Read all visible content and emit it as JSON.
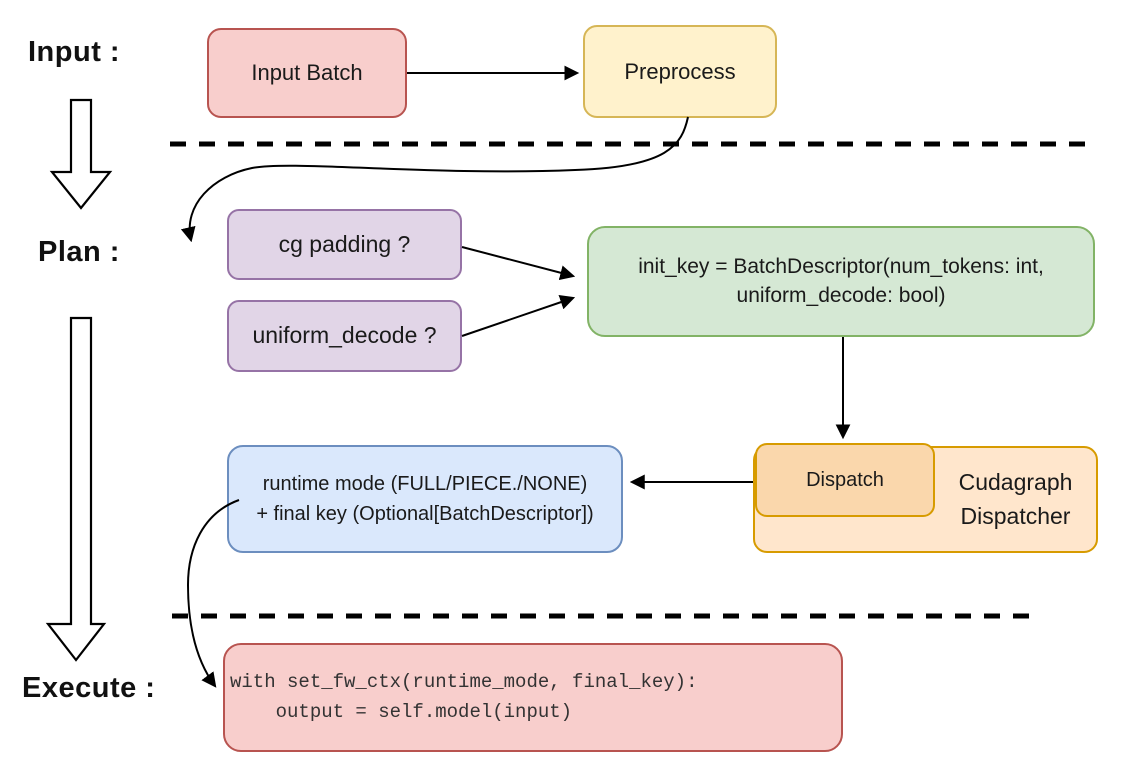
{
  "sections": {
    "input_label": "Input :",
    "plan_label": "Plan :",
    "execute_label": "Execute :"
  },
  "nodes": {
    "input_batch": {
      "label": "Input Batch",
      "fill": "#f8cecc",
      "border": "#b85450"
    },
    "preprocess": {
      "label": "Preprocess",
      "fill": "#fff2cc",
      "border": "#d6b656"
    },
    "cg_padding": {
      "label": "cg padding ?",
      "fill": "#e1d5e7",
      "border": "#9673a6"
    },
    "uniform_decode": {
      "label": "uniform_decode ?",
      "fill": "#e1d5e7",
      "border": "#9673a6"
    },
    "init_key": {
      "line1": "init_key = BatchDescriptor(num_tokens: int,",
      "line2": "uniform_decode: bool)",
      "fill": "#d5e8d4",
      "border": "#82b366"
    },
    "runtime_mode": {
      "line1": "runtime mode (FULL/PIECE./NONE)",
      "line2": "+ final key (Optional[BatchDescriptor])",
      "fill": "#dae8fc",
      "border": "#6c8ebf"
    },
    "dispatch": {
      "label": "Dispatch",
      "fill": "#fad7ac",
      "border": "#d79b00"
    },
    "cudagraph_dispatcher": {
      "line1": "Cudagraph",
      "line2": "Dispatcher",
      "fill": "#ffe6cc",
      "border": "#d79b00"
    },
    "execute_code": {
      "line1": "with set_fw_ctx(runtime_mode, final_key):",
      "line2": "    output = self.model(input)",
      "fill": "#f8cecc",
      "border": "#b85450"
    }
  },
  "connector_color": "#000000"
}
